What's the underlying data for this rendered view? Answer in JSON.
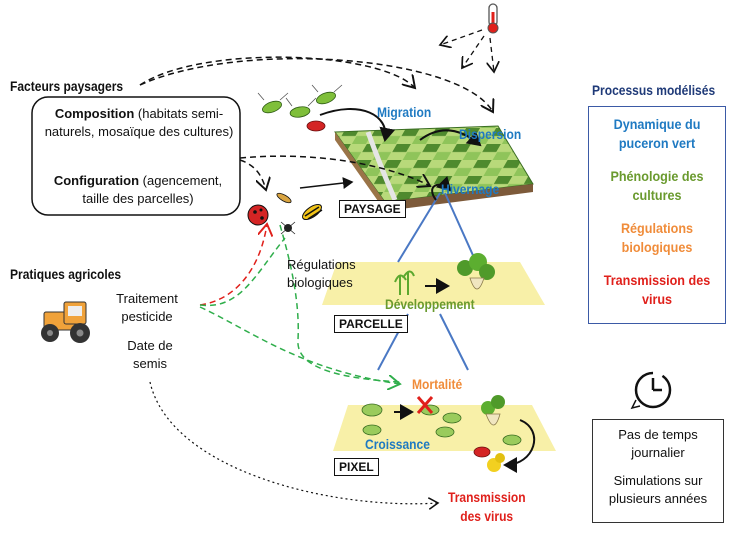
{
  "landscape_factors": {
    "title": "Facteurs paysagers",
    "composition_label": "Composition",
    "composition_text": " (habitats semi-naturels, mosaïque des cultures)",
    "configuration_label": "Configuration",
    "configuration_text": " (agencement, taille des parcelles)"
  },
  "practices": {
    "title": "Pratiques agricoles",
    "pesticide": "Traitement pesticide",
    "sowing": "Date de semis"
  },
  "scales": {
    "landscape": "PAYSAGE",
    "field": "PARCELLE",
    "pixel": "PIXEL"
  },
  "processes_labels": {
    "migration": "Migration",
    "dispersal": "Dispersion",
    "overwintering": "Hivernage",
    "bio_regulations": "Régulations biologiques",
    "development": "Développement",
    "mortality": "Mortalité",
    "growth": "Croissance",
    "virus_transmission": "Transmission des virus"
  },
  "modelled": {
    "title": "Processus modélisés",
    "items": [
      {
        "text": "Dynamique du puceron vert",
        "color": "#1f7ac2"
      },
      {
        "text": "Phénologie des cultures",
        "color": "#6a9a2e"
      },
      {
        "text": "Régulations biologiques",
        "color": "#f08c3a"
      },
      {
        "text": "Transmission des virus",
        "color": "#e0201b"
      }
    ]
  },
  "simulation": {
    "timestep": "Pas de temps journalier",
    "years": "Simulations sur plusieurs années"
  },
  "colors": {
    "blue": "#1f7ac2",
    "green": "#6a9a2e",
    "orange": "#f08c3a",
    "red": "#e0201b",
    "navy": "#1f3a78"
  }
}
